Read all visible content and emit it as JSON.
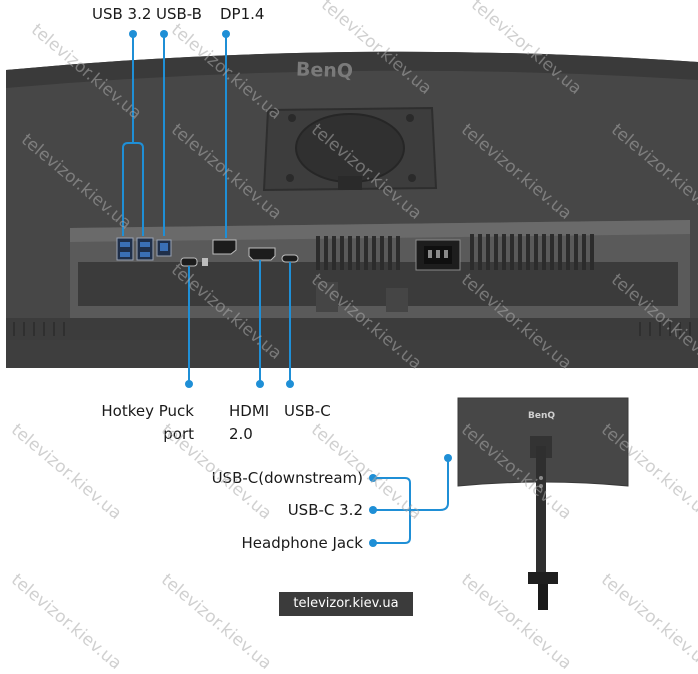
{
  "brand": "BenQ",
  "labels": {
    "usb32_top": "USB 3.2",
    "usb_b": "USB-B",
    "dp14": "DP1.4",
    "hotkey_puck_line1": "Hotkey Puck",
    "hotkey_puck_line2": "port",
    "hdmi_line1": "HDMI",
    "hdmi_line2": "2.0",
    "usb_c": "USB-C",
    "usb_c_downstream": "USB-C(downstream)",
    "usb_c_32": "USB-C 3.2",
    "headphone_jack": "Headphone Jack"
  },
  "watermark": "televizor.kiev.ua",
  "colors": {
    "callout": "#1f8fd6",
    "monitor_body": "#4a4a4a",
    "monitor_dark": "#2b2b2b",
    "port_bay": "#5a5a5a",
    "badge_bg": "#3b3b3b"
  }
}
